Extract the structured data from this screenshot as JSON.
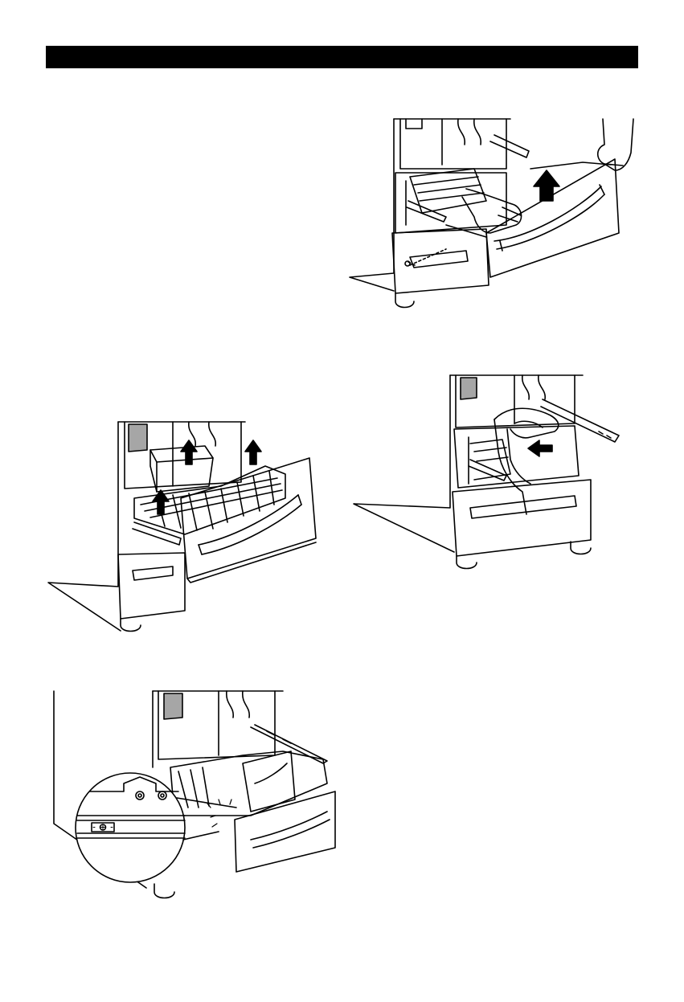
{
  "page": {
    "header_bar_color": "#000000"
  },
  "figures": [
    {
      "id": "fig-1",
      "icon": "remove-drawer-lift-icon"
    },
    {
      "id": "fig-2",
      "icon": "remove-baskets-icon"
    },
    {
      "id": "fig-3",
      "icon": "push-rail-in-icon"
    },
    {
      "id": "fig-4",
      "icon": "rail-detail-magnifier-icon"
    }
  ]
}
